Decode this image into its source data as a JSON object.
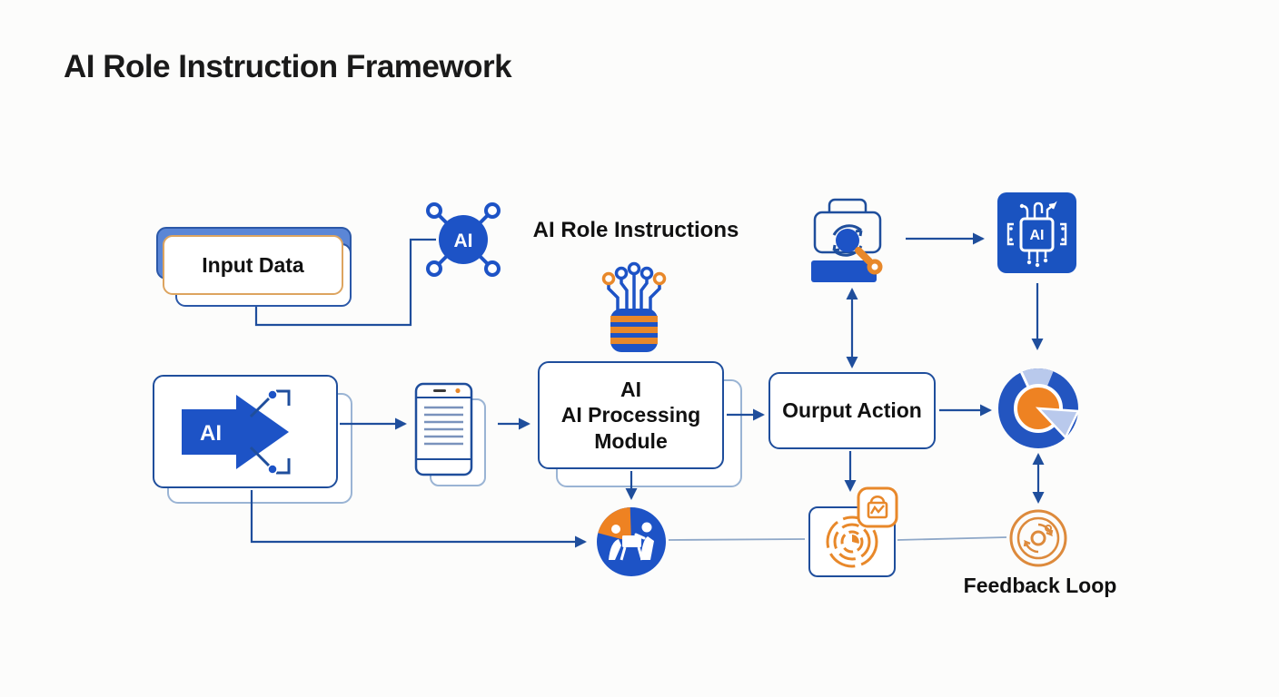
{
  "page": {
    "title": "AI Role Instruction Framework"
  },
  "colors": {
    "primary_blue": "#1d53c6",
    "line_blue": "#1f4e9c",
    "light_blue": "#b9c9ec",
    "shadow_border": "#9ab4d4",
    "orange": "#ee8222",
    "orange_border": "#dda45f",
    "text": "#1b1b1b"
  },
  "nodes": {
    "input_data": {
      "label": "Input Data"
    },
    "ai_network": {
      "label": "AI"
    },
    "ai_role_instructions": {
      "label": "AI Role Instructions"
    },
    "ai_source": {
      "label": "AI"
    },
    "processing": {
      "line1": "AI",
      "line2": "AI Processing",
      "line3": "Module"
    },
    "output_action": {
      "label": "Ourput Action"
    },
    "ai_chip": {
      "label": "AI"
    },
    "feedback": {
      "label": "Feedback Loop"
    }
  },
  "icons": [
    "network-ai-icon",
    "circuit-chip-icon",
    "ai-arrow-icon",
    "smartphone-icon",
    "sync-search-icon",
    "ai-processor-icon",
    "donut-chart-icon",
    "collaboration-pie-icon",
    "radar-chart-icon",
    "lock-chart-badge-icon",
    "feedback-gear-icon"
  ]
}
